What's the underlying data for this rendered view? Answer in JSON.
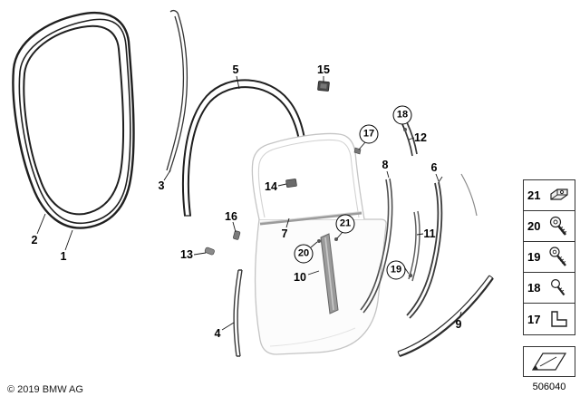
{
  "footer": {
    "copyright": "© 2019 BMW AG",
    "diagram_number": "506040"
  },
  "callouts": {
    "c1": "1",
    "c2": "2",
    "c3": "3",
    "c4": "4",
    "c5": "5",
    "c6": "6",
    "c7": "7",
    "c8": "8",
    "c9": "9",
    "c10": "10",
    "c11": "11",
    "c12": "12",
    "c13": "13",
    "c14": "14",
    "c15": "15",
    "c16": "16",
    "c17": "17",
    "c18": "18",
    "c19": "19",
    "c20": "20",
    "c21": "21"
  },
  "legend": {
    "items": [
      {
        "num": "21",
        "icon": "cage-nut-icon"
      },
      {
        "num": "20",
        "icon": "screw-washer-icon"
      },
      {
        "num": "19",
        "icon": "torx-screw-icon"
      },
      {
        "num": "18",
        "icon": "small-screw-icon"
      },
      {
        "num": "17",
        "icon": "mounting-bracket-icon"
      }
    ],
    "film_icon": "film-sheet-icon"
  },
  "colors": {
    "line": "#1f1f1f",
    "door_outline": "#c4c4c4",
    "background": "#ffffff"
  }
}
